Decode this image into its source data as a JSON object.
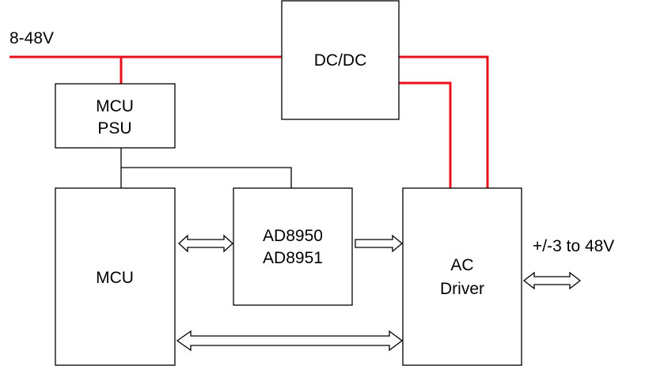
{
  "labels": {
    "input_voltage": "8-48V",
    "output_voltage": "+/-3 to 48V"
  },
  "blocks": {
    "dcdc": {
      "line1": "DC/DC"
    },
    "mcu_psu": {
      "line1": "MCU",
      "line2": "PSU"
    },
    "mcu": {
      "line1": "MCU"
    },
    "ad": {
      "line1": "AD8950",
      "line2": "AD8951"
    },
    "ac_driver": {
      "line1": "AC",
      "line2": "Driver"
    }
  },
  "colors": {
    "power_line": "#e8101a",
    "signal_line": "#000000"
  }
}
